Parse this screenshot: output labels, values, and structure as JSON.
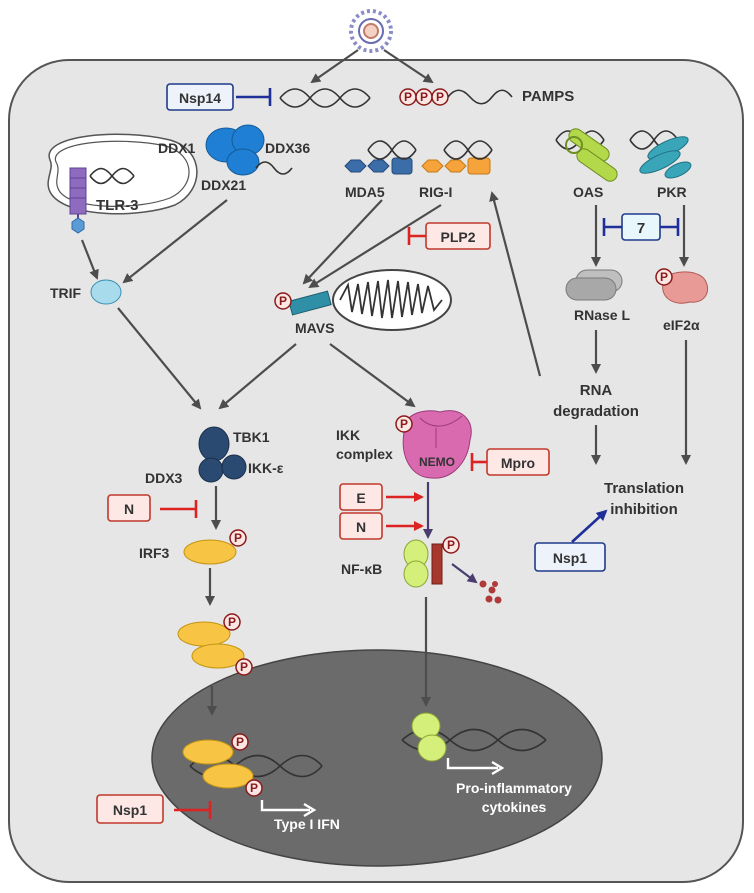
{
  "labels": {
    "pamps": "PAMPS",
    "ddx1": "DDX1",
    "ddx36": "DDX36",
    "ddx21": "DDX21",
    "tlr3": "TLR-3",
    "trif": "TRIF",
    "mda5": "MDA5",
    "rigi": "RIG-I",
    "mavs": "MAVS",
    "oas": "OAS",
    "pkr": "PKR",
    "rnasel": "RNase L",
    "eif2a": "eIF2α",
    "rna_degradation_1": "RNA",
    "rna_degradation_2": "degradation",
    "translation_inhibition_1": "Translation",
    "translation_inhibition_2": "inhibition",
    "tbk1": "TBK1",
    "ikke": "IKK-ε",
    "ddx3": "DDX3",
    "irf3": "IRF3",
    "ikk_complex_1": "IKK",
    "ikk_complex_2": "complex",
    "nemo": "NEMO",
    "nfkb": "NF-κB",
    "type1_ifn": "Type I IFN",
    "proinflammatory_1": "Pro-inflammatory",
    "proinflammatory_2": "cytokines",
    "phospho": "P"
  },
  "viral_proteins": {
    "nsp14": "Nsp14",
    "plp2": "PLP2",
    "seven": "7",
    "mpro": "Mpro",
    "n_left": "N",
    "e": "E",
    "n_right": "N",
    "nsp1_right": "Nsp1",
    "nsp1_bottom": "Nsp1"
  },
  "colors": {
    "cell": "#e6e6e6",
    "nucleus": "#6b6b6b",
    "viral_inhibitor_red": "#c0392b",
    "viral_inhibitor_blue": "#1f3a8a"
  }
}
